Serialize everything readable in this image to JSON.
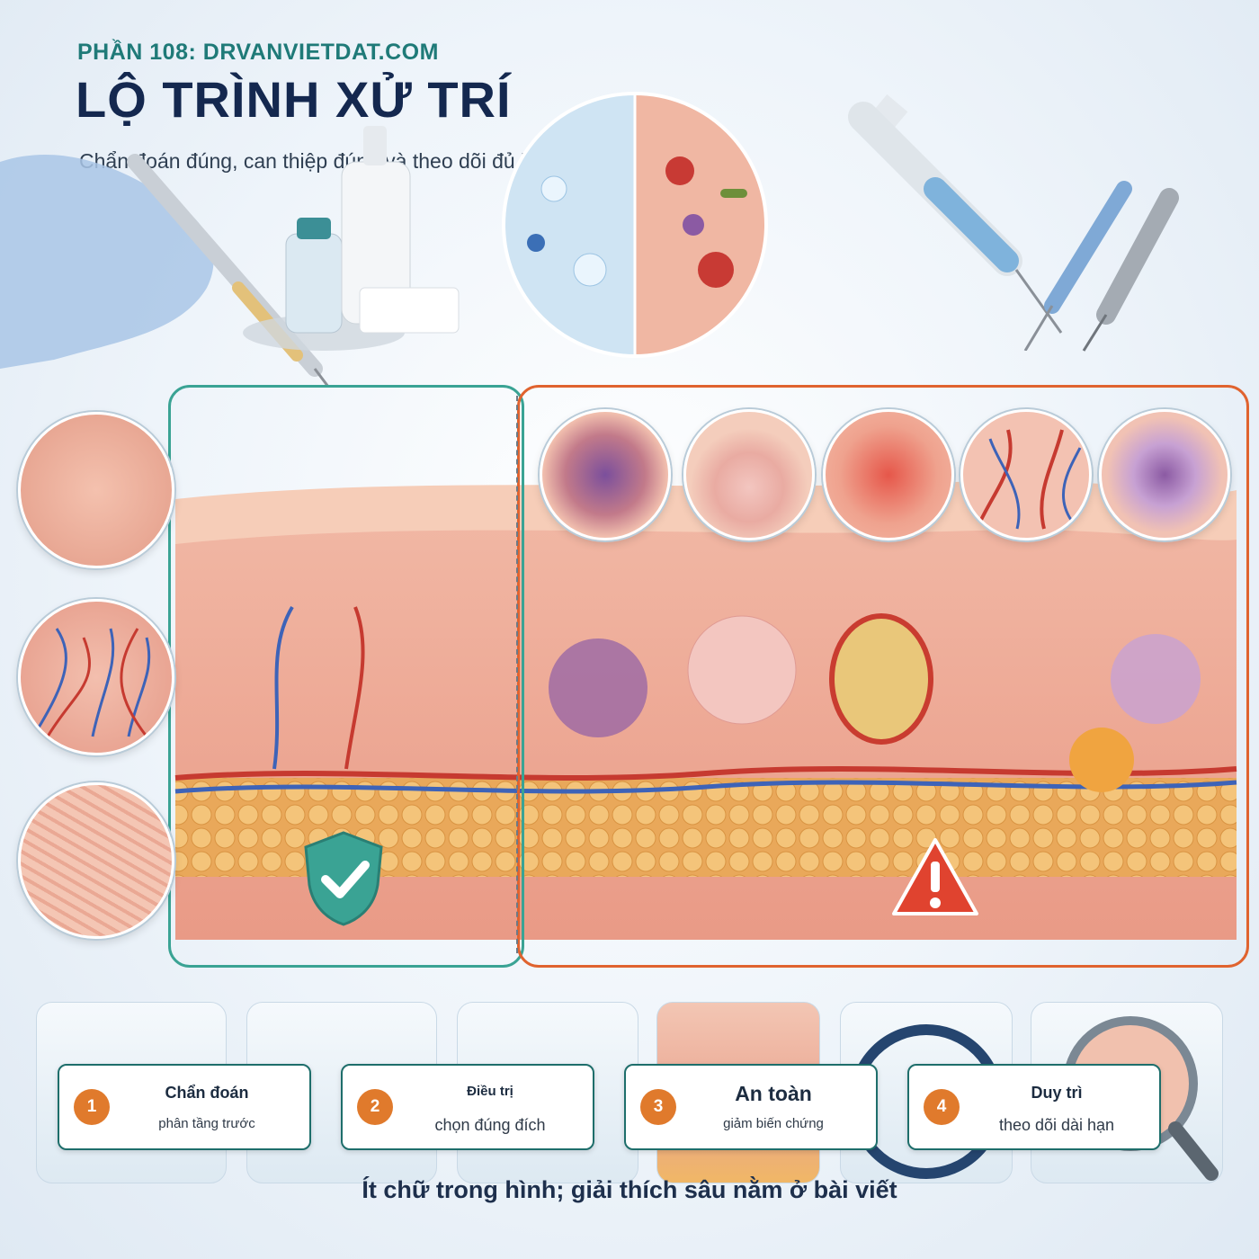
{
  "header": {
    "kicker": "PHẦN 108: DRVANVIETDAT.COM",
    "title": "LỘ TRÌNH XỬ TRÍ",
    "subtitle": "Chẩn đoán đúng, can thiệp đúng và theo dõi đủ lâu."
  },
  "steps": [
    {
      "number": "1",
      "title": "Chẩn đoán",
      "subtitle": "phân tầng trước"
    },
    {
      "number": "2",
      "title": "Điều trị",
      "subtitle": "chọn đúng đích"
    },
    {
      "number": "3",
      "title": "An toàn",
      "subtitle": "giảm biến chứng"
    },
    {
      "number": "4",
      "title": "Duy trì",
      "subtitle": "theo dõi dài hạn"
    }
  ],
  "footer": {
    "note": "Ít chữ trong hình; giải thích sâu nằm ở bài viết"
  },
  "colors": {
    "teal": "#1f7a78",
    "navy": "#14284f",
    "accent_orange": "#e07a2c",
    "warning_red": "#e0432f",
    "safe_green": "#3aa394"
  },
  "icons": [
    "shield-check-icon",
    "warning-triangle-icon",
    "syringe-icon",
    "needle-icon",
    "clock-icon",
    "magnifier-icon"
  ]
}
